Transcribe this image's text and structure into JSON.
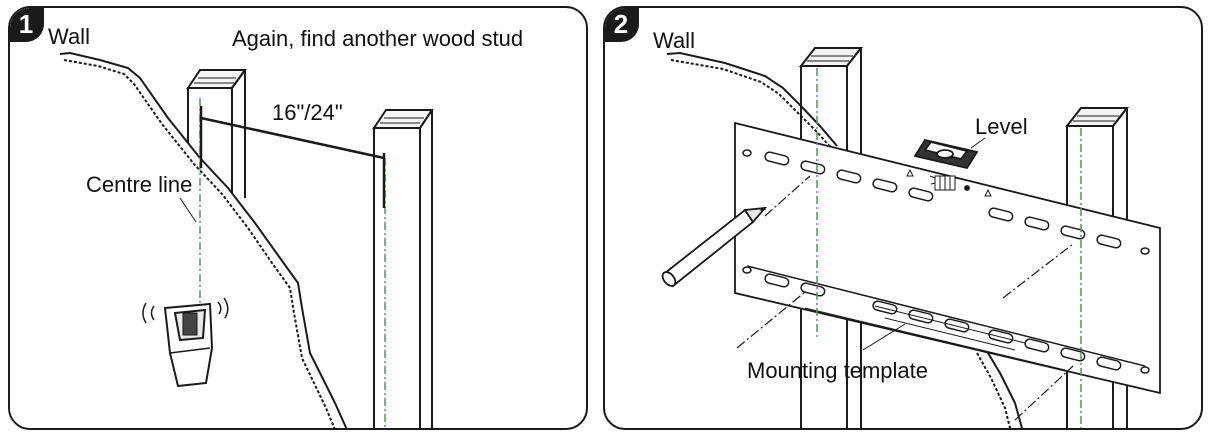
{
  "panel1": {
    "step": "1",
    "wall_label": "Wall",
    "instruction": "Again, find another wood stud",
    "distance_label": "16\"/24\"",
    "centre_label": "Centre line"
  },
  "panel2": {
    "step": "2",
    "wall_label": "Wall",
    "level_label": "Level",
    "template_label": "Mounting template"
  },
  "colors": {
    "outline": "#1a1a1a",
    "centre_line": "#3aa64a",
    "background": "#ffffff"
  },
  "icons": [
    "stud-finder-icon",
    "pencil-icon",
    "level-icon"
  ]
}
